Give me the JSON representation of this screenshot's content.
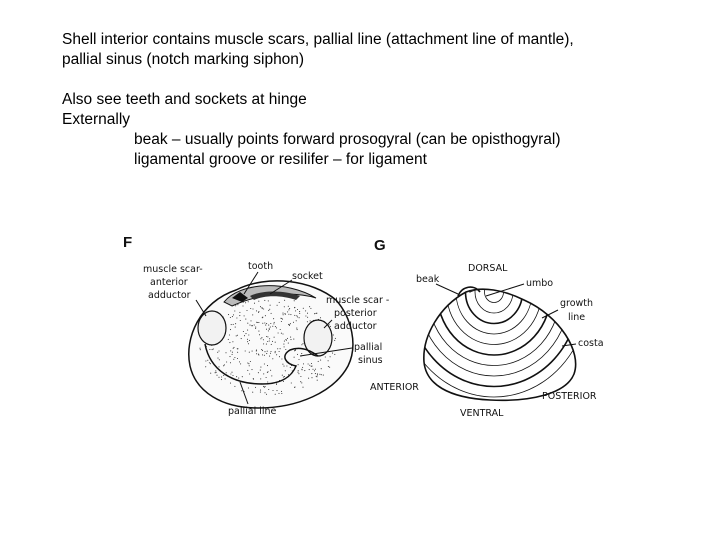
{
  "text": {
    "line1": "Shell interior contains muscle scars, pallial line (attachment line of mantle),",
    "line2": "pallial sinus  (notch marking siphon)",
    "line3": "Also see teeth and sockets at hinge",
    "line4": "Externally",
    "line5": "beak – usually points forward prosogyral (can be opisthogyral)",
    "line6": "ligamental groove or resilifer – for ligament"
  },
  "figure_f": {
    "panel_letter": "F",
    "labels": {
      "muscle_scar_anterior": [
        "muscle scar-",
        "anterior",
        "adductor"
      ],
      "tooth": "tooth",
      "socket": "socket",
      "muscle_scar_posterior": [
        "muscle scar -",
        "posterior",
        "adductor"
      ],
      "pallial_sinus": [
        "pallial",
        "sinus"
      ],
      "pallial_line": "pallial line"
    }
  },
  "figure_g": {
    "panel_letter": "G",
    "labels": {
      "dorsal": "DORSAL",
      "beak": "beak",
      "umbo": "umbo",
      "growth_line": [
        "growth",
        "line"
      ],
      "costa": "costa",
      "anterior": "ANTERIOR",
      "posterior": "POSTERIOR",
      "ventral": "VENTRAL"
    }
  }
}
